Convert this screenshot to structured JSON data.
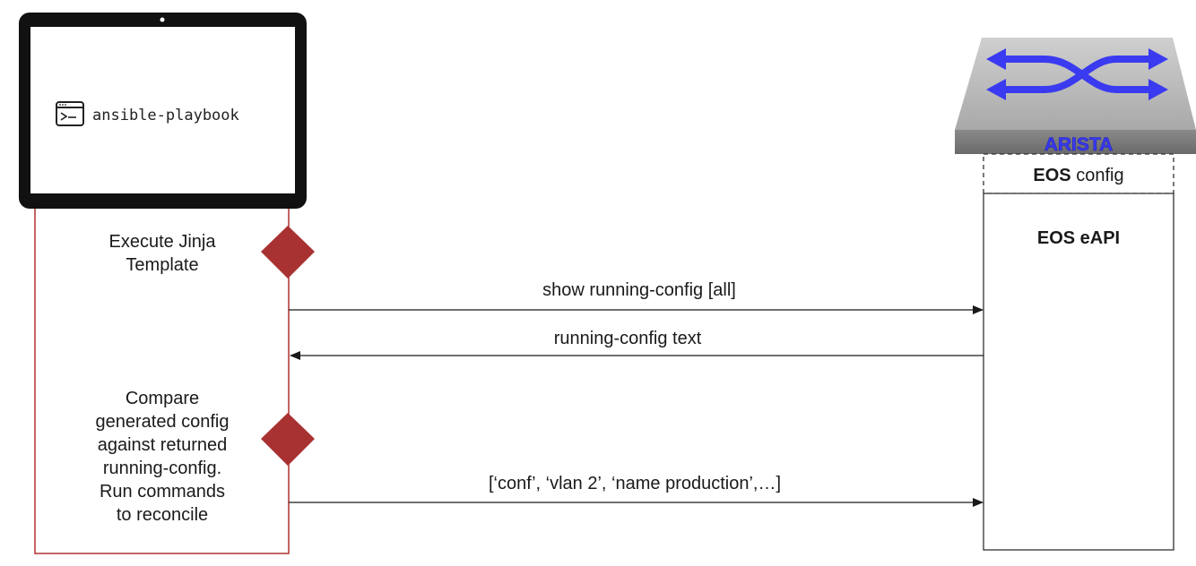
{
  "terminal": {
    "command": "ansible-playbook",
    "icon": "terminal-icon"
  },
  "switch": {
    "brand": "ARISTA",
    "icon": "network-switch-icon",
    "arrow_color": "#3a3af0"
  },
  "eos_config": {
    "bold": "EOS",
    "rest": " config"
  },
  "eos_eapi": {
    "title": "EOS eAPI"
  },
  "steps": {
    "execute_line1": "Execute Jinja",
    "execute_line2": "Template",
    "compare_line1": "Compare",
    "compare_line2": "generated config",
    "compare_line3": "against returned",
    "compare_line4": "running-config.",
    "compare_line5": "Run commands",
    "compare_line6": "to reconcile"
  },
  "messages": {
    "request": "show running-config [all]",
    "response": "running-config text",
    "commands": "[‘conf’, ‘vlan 2’, ‘name production’,…]"
  },
  "colors": {
    "lifeline": "#b03030",
    "diamond": "#a83232",
    "frame": "#111111"
  }
}
